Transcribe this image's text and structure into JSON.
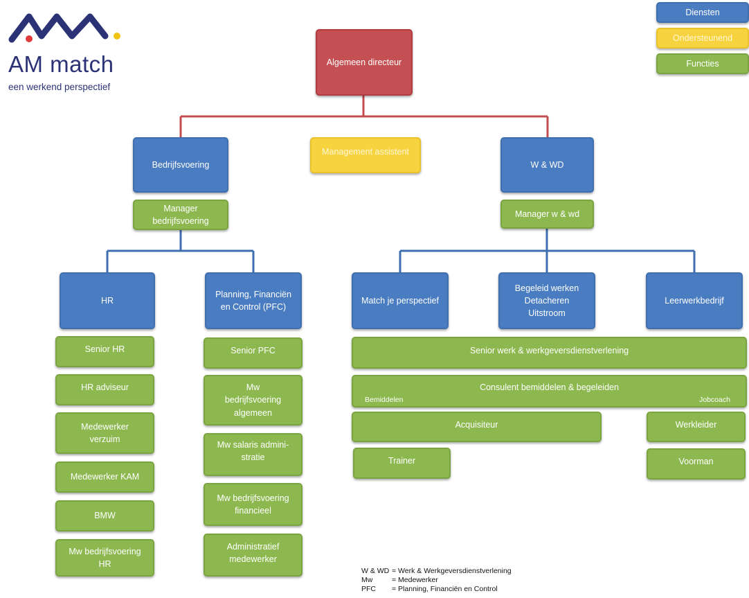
{
  "logo": {
    "name": "AM match",
    "tagline": "een werkend perspectief"
  },
  "legend": {
    "diensten": "Diensten",
    "ondersteunend": "Ondersteunend",
    "functies": "Functies"
  },
  "colors": {
    "diensten": "#4a7cc1",
    "ondersteunend": "#f7d33f",
    "functies": "#8db84f",
    "directie": "#c55054",
    "line_red": "#c44b4f",
    "line_blue": "#3f6faf"
  },
  "top": {
    "director": "Algemeen directeur",
    "assistant": "Management assistent"
  },
  "bedrijfsvoering": {
    "title": "Bedrijfsvoering",
    "manager": "Manager\nbedrijfsvoering",
    "hr": {
      "title": "HR",
      "roles": [
        "Senior HR",
        "HR adviseur",
        "Medewerker\nverzuim",
        "Medewerker KAM",
        "BMW",
        "Mw bedrijfsvoering\nHR"
      ]
    },
    "pfc": {
      "title": "Planning, Financiën\nen Control (PFC)",
      "roles": [
        "Senior PFC",
        "Mw\nbedrijfsvoering\nalgemeen",
        "Mw  salaris admini-\nstratie",
        "Mw bedrijfsvoering\nfinancieel",
        "Administratief\nmedewerker"
      ]
    }
  },
  "wwd": {
    "title": "W & WD",
    "manager": "Manager w & wd",
    "units": [
      "Match je perspectief",
      "Begeleid werken\nDetacheren\nUitstroom",
      "Leerwerkbedrijf"
    ],
    "senior": "Senior werk & werkgeversdienstverlening",
    "consulent": "Consulent bemiddelen & begeleiden",
    "bemiddelen": "Bemiddelen",
    "jobcoach": "Jobcoach",
    "acquisiteur": "Acquisiteur",
    "trainer": "Trainer",
    "werkleider": "Werkleider",
    "voorman": "Voorman"
  },
  "abbreviations": [
    {
      "abbr": "W & WD",
      "meaning": "= Werk & Werkgeversdienstverlening"
    },
    {
      "abbr": "Mw",
      "meaning": "= Medewerker"
    },
    {
      "abbr": "PFC",
      "meaning": "= Planning, Financiën en Control"
    }
  ]
}
